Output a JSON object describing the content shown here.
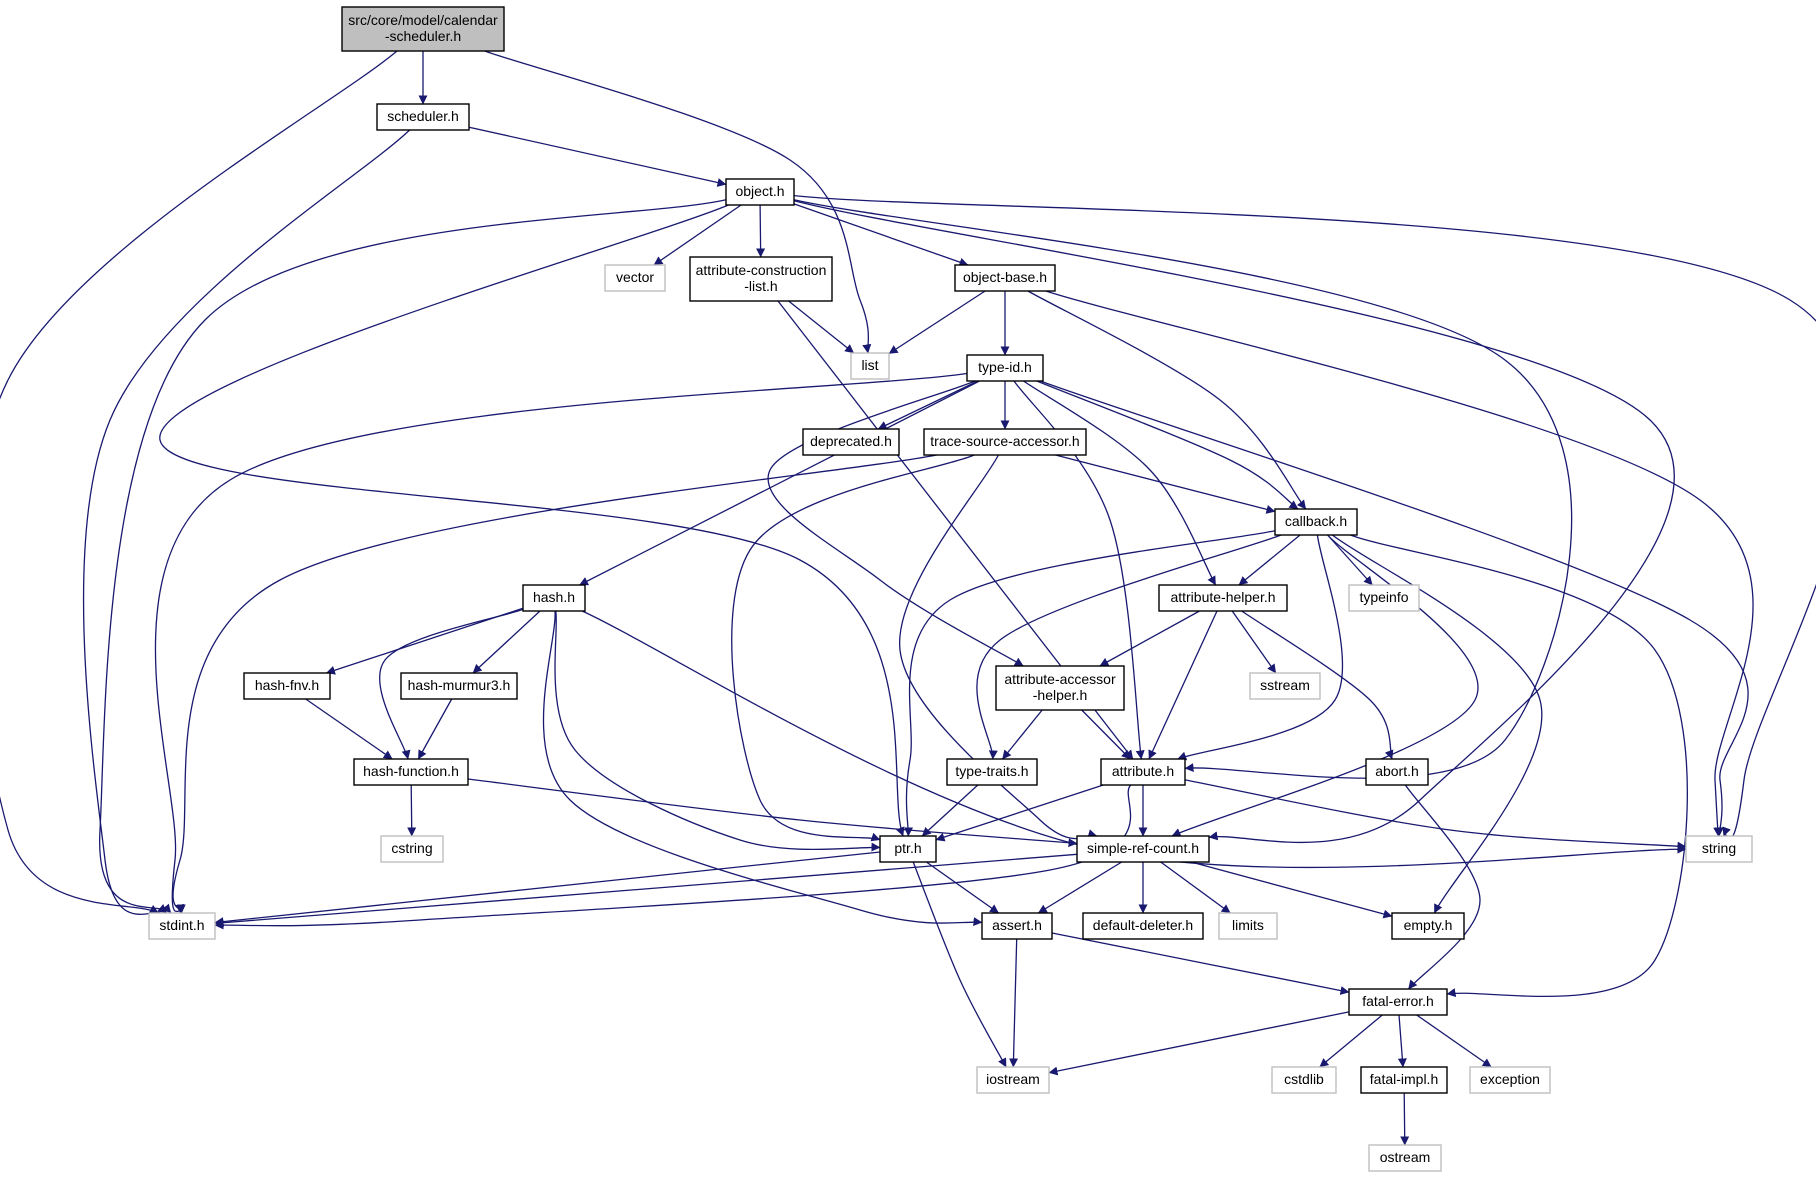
{
  "colors": {
    "edge": "#191970",
    "project_border": "#000000",
    "project_fill": "#ffffff",
    "system_border": "#bfbfbf",
    "system_fill": "#ffffff",
    "root_fill": "#bfbfbf"
  },
  "nodes": [
    {
      "id": "calendar-scheduler",
      "kind": "root",
      "lines": [
        "src/core/model/calendar",
        "-scheduler.h"
      ]
    },
    {
      "id": "scheduler",
      "kind": "project",
      "lines": [
        "scheduler.h"
      ]
    },
    {
      "id": "object",
      "kind": "project",
      "lines": [
        "object.h"
      ]
    },
    {
      "id": "vector",
      "kind": "system",
      "lines": [
        "vector"
      ]
    },
    {
      "id": "attribute-construction-list",
      "kind": "project",
      "lines": [
        "attribute-construction",
        "-list.h"
      ]
    },
    {
      "id": "object-base",
      "kind": "project",
      "lines": [
        "object-base.h"
      ]
    },
    {
      "id": "list",
      "kind": "system",
      "lines": [
        "list"
      ]
    },
    {
      "id": "type-id",
      "kind": "project",
      "lines": [
        "type-id.h"
      ]
    },
    {
      "id": "deprecated",
      "kind": "project",
      "lines": [
        "deprecated.h"
      ]
    },
    {
      "id": "trace-source-accessor",
      "kind": "project",
      "lines": [
        "trace-source-accessor.h"
      ]
    },
    {
      "id": "callback",
      "kind": "project",
      "lines": [
        "callback.h"
      ]
    },
    {
      "id": "hash",
      "kind": "project",
      "lines": [
        "hash.h"
      ]
    },
    {
      "id": "attribute-helper",
      "kind": "project",
      "lines": [
        "attribute-helper.h"
      ]
    },
    {
      "id": "typeinfo",
      "kind": "system",
      "lines": [
        "typeinfo"
      ]
    },
    {
      "id": "hash-fnv",
      "kind": "project",
      "lines": [
        "hash-fnv.h"
      ]
    },
    {
      "id": "hash-murmur3",
      "kind": "project",
      "lines": [
        "hash-murmur3.h"
      ]
    },
    {
      "id": "attribute-accessor-helper",
      "kind": "project",
      "lines": [
        "attribute-accessor",
        "-helper.h"
      ]
    },
    {
      "id": "sstream",
      "kind": "system",
      "lines": [
        "sstream"
      ]
    },
    {
      "id": "hash-function",
      "kind": "project",
      "lines": [
        "hash-function.h"
      ]
    },
    {
      "id": "type-traits",
      "kind": "project",
      "lines": [
        "type-traits.h"
      ]
    },
    {
      "id": "attribute",
      "kind": "project",
      "lines": [
        "attribute.h"
      ]
    },
    {
      "id": "abort",
      "kind": "project",
      "lines": [
        "abort.h"
      ]
    },
    {
      "id": "cstring",
      "kind": "system",
      "lines": [
        "cstring"
      ]
    },
    {
      "id": "ptr",
      "kind": "project",
      "lines": [
        "ptr.h"
      ]
    },
    {
      "id": "simple-ref-count",
      "kind": "project",
      "lines": [
        "simple-ref-count.h"
      ]
    },
    {
      "id": "string",
      "kind": "system",
      "lines": [
        "string"
      ]
    },
    {
      "id": "stdint",
      "kind": "system",
      "lines": [
        "stdint.h"
      ]
    },
    {
      "id": "assert",
      "kind": "project",
      "lines": [
        "assert.h"
      ]
    },
    {
      "id": "default-deleter",
      "kind": "project",
      "lines": [
        "default-deleter.h"
      ]
    },
    {
      "id": "limits",
      "kind": "system",
      "lines": [
        "limits"
      ]
    },
    {
      "id": "empty",
      "kind": "project",
      "lines": [
        "empty.h"
      ]
    },
    {
      "id": "fatal-error",
      "kind": "project",
      "lines": [
        "fatal-error.h"
      ]
    },
    {
      "id": "iostream",
      "kind": "system",
      "lines": [
        "iostream"
      ]
    },
    {
      "id": "cstdlib",
      "kind": "system",
      "lines": [
        "cstdlib"
      ]
    },
    {
      "id": "fatal-impl",
      "kind": "project",
      "lines": [
        "fatal-impl.h"
      ]
    },
    {
      "id": "exception",
      "kind": "system",
      "lines": [
        "exception"
      ]
    },
    {
      "id": "ostream",
      "kind": "system",
      "lines": [
        "ostream"
      ]
    }
  ],
  "edges": [
    [
      "calendar-scheduler",
      "scheduler"
    ],
    [
      "calendar-scheduler",
      "stdint"
    ],
    [
      "calendar-scheduler",
      "list"
    ],
    [
      "scheduler",
      "object"
    ],
    [
      "scheduler",
      "stdint"
    ],
    [
      "object",
      "vector"
    ],
    [
      "object",
      "attribute-construction-list"
    ],
    [
      "object",
      "object-base"
    ],
    [
      "object",
      "stdint"
    ],
    [
      "object",
      "ptr"
    ],
    [
      "object",
      "attribute"
    ],
    [
      "object",
      "simple-ref-count"
    ],
    [
      "object",
      "string"
    ],
    [
      "attribute-construction-list",
      "list"
    ],
    [
      "attribute-construction-list",
      "attribute"
    ],
    [
      "object-base",
      "list"
    ],
    [
      "object-base",
      "type-id"
    ],
    [
      "object-base",
      "callback"
    ],
    [
      "object-base",
      "string"
    ],
    [
      "type-id",
      "deprecated"
    ],
    [
      "type-id",
      "trace-source-accessor"
    ],
    [
      "type-id",
      "hash"
    ],
    [
      "type-id",
      "stdint"
    ],
    [
      "type-id",
      "attribute-accessor-helper"
    ],
    [
      "type-id",
      "attribute"
    ],
    [
      "type-id",
      "attribute-helper"
    ],
    [
      "type-id",
      "callback"
    ],
    [
      "type-id",
      "string"
    ],
    [
      "trace-source-accessor",
      "callback"
    ],
    [
      "trace-source-accessor",
      "stdint"
    ],
    [
      "trace-source-accessor",
      "ptr"
    ],
    [
      "trace-source-accessor",
      "simple-ref-count"
    ],
    [
      "callback",
      "attribute-helper"
    ],
    [
      "callback",
      "typeinfo"
    ],
    [
      "callback",
      "type-traits"
    ],
    [
      "callback",
      "ptr"
    ],
    [
      "callback",
      "attribute"
    ],
    [
      "callback",
      "simple-ref-count"
    ],
    [
      "callback",
      "empty"
    ],
    [
      "callback",
      "fatal-error"
    ],
    [
      "hash",
      "hash-fnv"
    ],
    [
      "hash",
      "hash-murmur3"
    ],
    [
      "hash",
      "hash-function"
    ],
    [
      "hash",
      "ptr"
    ],
    [
      "hash",
      "assert"
    ],
    [
      "hash",
      "string"
    ],
    [
      "hash-fnv",
      "hash-function"
    ],
    [
      "hash-murmur3",
      "hash-function"
    ],
    [
      "hash-function",
      "cstring"
    ],
    [
      "hash-function",
      "simple-ref-count"
    ],
    [
      "attribute-helper",
      "attribute-accessor-helper"
    ],
    [
      "attribute-helper",
      "sstream"
    ],
    [
      "attribute-helper",
      "abort"
    ],
    [
      "attribute-helper",
      "attribute"
    ],
    [
      "attribute-accessor-helper",
      "type-traits"
    ],
    [
      "attribute-accessor-helper",
      "attribute"
    ],
    [
      "type-traits",
      "ptr"
    ],
    [
      "attribute",
      "ptr"
    ],
    [
      "attribute",
      "simple-ref-count"
    ],
    [
      "attribute",
      "stdint"
    ],
    [
      "attribute",
      "string"
    ],
    [
      "abort",
      "fatal-error"
    ],
    [
      "ptr",
      "stdint"
    ],
    [
      "ptr",
      "assert"
    ],
    [
      "ptr",
      "iostream"
    ],
    [
      "simple-ref-count",
      "stdint"
    ],
    [
      "simple-ref-count",
      "assert"
    ],
    [
      "simple-ref-count",
      "default-deleter"
    ],
    [
      "simple-ref-count",
      "limits"
    ],
    [
      "simple-ref-count",
      "empty"
    ],
    [
      "assert",
      "iostream"
    ],
    [
      "assert",
      "fatal-error"
    ],
    [
      "fatal-error",
      "iostream"
    ],
    [
      "fatal-error",
      "cstdlib"
    ],
    [
      "fatal-error",
      "fatal-impl"
    ],
    [
      "fatal-error",
      "exception"
    ],
    [
      "fatal-impl",
      "ostream"
    ]
  ]
}
